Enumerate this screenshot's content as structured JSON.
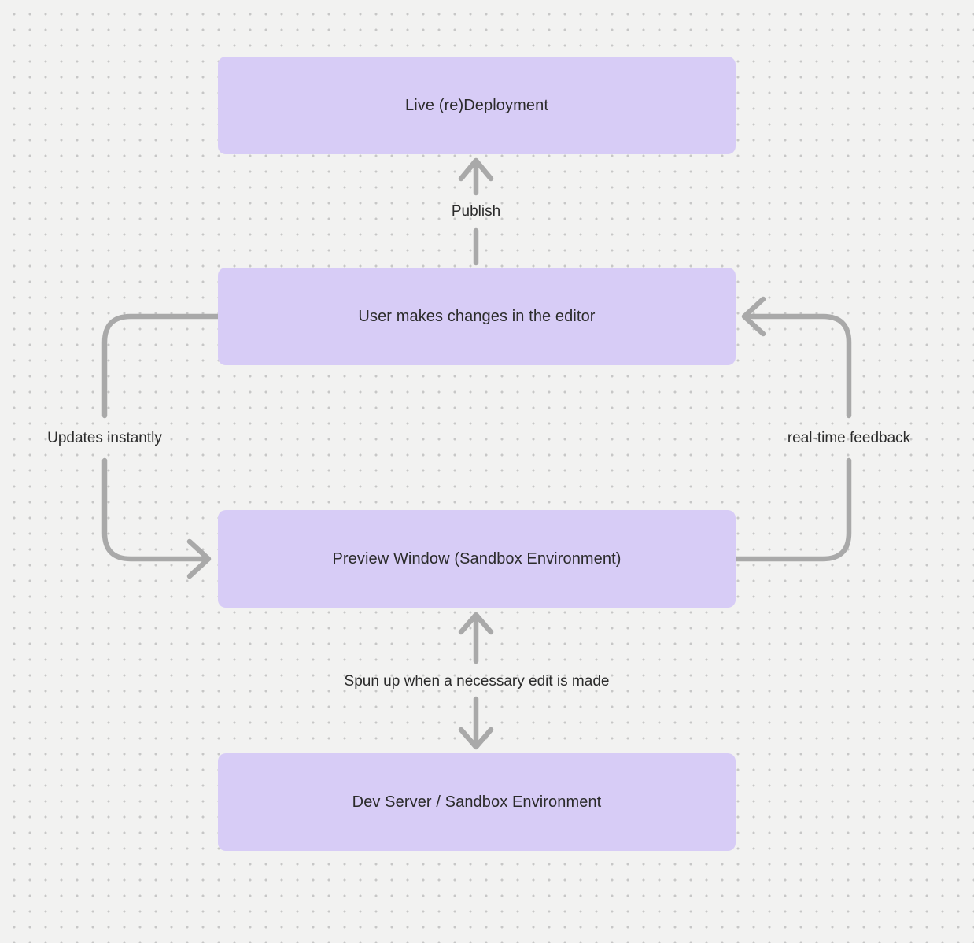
{
  "diagram": {
    "nodes": [
      {
        "id": "live-redeployment",
        "label": "Live (re)Deployment"
      },
      {
        "id": "user-editor",
        "label": "User makes changes in the editor"
      },
      {
        "id": "preview-window",
        "label": "Preview Window (Sandbox Environment)"
      },
      {
        "id": "dev-server",
        "label": "Dev Server / Sandbox Environment"
      }
    ],
    "edges": [
      {
        "label": "Publish",
        "from": "user-editor",
        "to": "live-redeployment",
        "direction": "up"
      },
      {
        "label": "Updates instantly",
        "from": "user-editor",
        "to": "preview-window",
        "side": "left"
      },
      {
        "label": "real-time feedback",
        "from": "preview-window",
        "to": "user-editor",
        "side": "right"
      },
      {
        "label": "Spun up when a necessary edit is made",
        "from": "preview-window",
        "to": "dev-server",
        "direction": "both"
      }
    ],
    "colors": {
      "background": "#f2f2f1",
      "dot": "#c7c7c7",
      "node_fill": "#d7ccf6",
      "arrow": "#a9a9a9",
      "text": "#2b2b2b"
    }
  }
}
